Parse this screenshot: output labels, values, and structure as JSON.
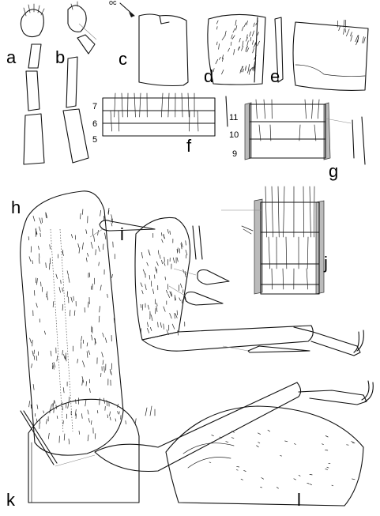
{
  "panels": {
    "a": "a",
    "b": "b",
    "c": "c",
    "d": "d",
    "e": "e",
    "f": "f",
    "g": "g",
    "h": "h",
    "i": "i",
    "j": "j",
    "k": "k",
    "l": "l"
  },
  "annotations": {
    "oc": "oc",
    "segments_f": [
      "7",
      "6",
      "5"
    ],
    "segments_g": [
      "11",
      "10",
      "9"
    ]
  }
}
